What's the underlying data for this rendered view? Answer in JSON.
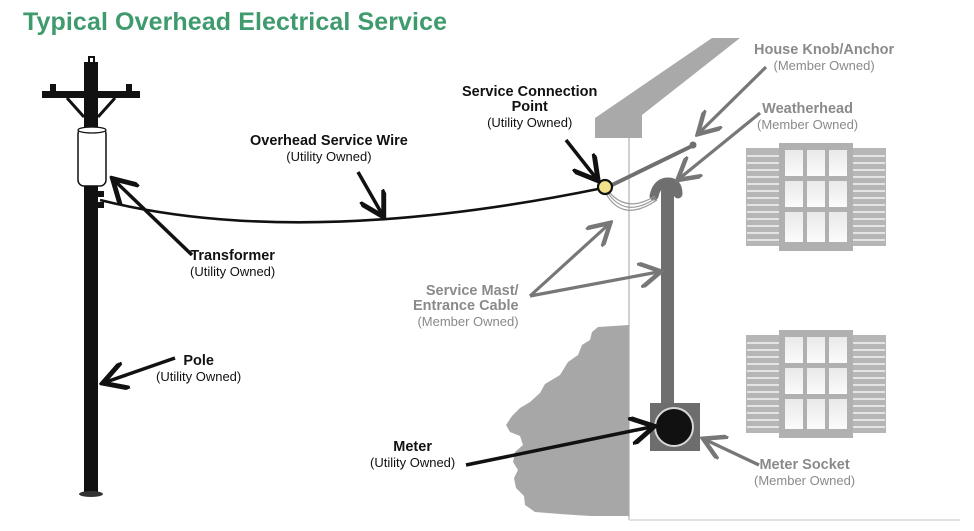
{
  "title": "Typical Overhead Electrical Service",
  "colors": {
    "title": "#3f9a6e",
    "utility_text": "#111111",
    "member_text": "#8a8a8a",
    "house_gray": "#a7a7a7",
    "mast_gray": "#6f6f6f",
    "connection_point": "#f2e38a"
  },
  "labels": {
    "transformer": {
      "name": "Transformer",
      "owner": "(Utility Owned)"
    },
    "overhead_wire": {
      "name": "Overhead Service Wire",
      "owner": "(Utility Owned)"
    },
    "connection_point": {
      "name_line1": "Service Connection",
      "name_line2": "Point",
      "owner": "(Utility Owned)"
    },
    "house_knob": {
      "name": "House Knob/Anchor",
      "owner": "(Member Owned)"
    },
    "weatherhead": {
      "name": "Weatherhead",
      "owner": "(Member Owned)"
    },
    "service_mast": {
      "name_line1": "Service Mast/",
      "name_line2": "Entrance Cable",
      "owner": "(Member Owned)"
    },
    "pole": {
      "name": "Pole",
      "owner": "(Utility Owned)"
    },
    "meter": {
      "name": "Meter",
      "owner": "(Utility Owned)"
    },
    "meter_socket": {
      "name": "Meter Socket",
      "owner": "(Member Owned)"
    }
  }
}
